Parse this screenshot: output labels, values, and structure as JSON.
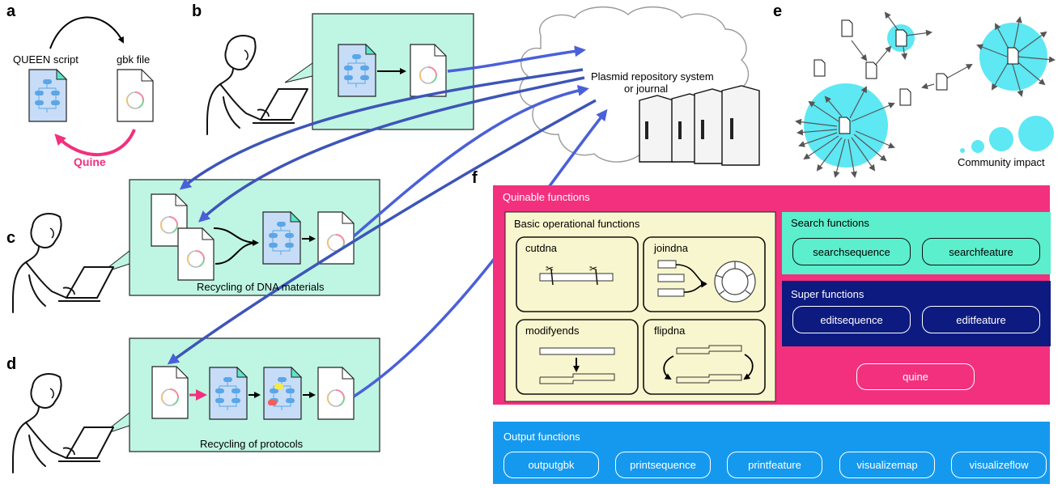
{
  "panels": {
    "a": {
      "letter": "a",
      "script_label": "QUEEN script",
      "file_label": "gbk file",
      "quine_label": "Quine"
    },
    "b": {
      "letter": "b"
    },
    "c": {
      "letter": "c",
      "caption": "Recycling of DNA materials"
    },
    "d": {
      "letter": "d",
      "caption": "Recycling of protocols"
    },
    "e": {
      "letter": "e",
      "impact_label": "Community impact"
    },
    "f": {
      "letter": "f"
    }
  },
  "repository": {
    "line1": "Plasmid repository system",
    "line2": "or journal"
  },
  "functions": {
    "quinable_title": "Quinable functions",
    "basic_title": "Basic operational functions",
    "basic": {
      "cutdna": "cutdna",
      "joindna": "joindna",
      "modifyends": "modifyends",
      "flipdna": "flipdna"
    },
    "search_title": "Search functions",
    "search": [
      "searchsequence",
      "searchfeature"
    ],
    "super_title": "Super functions",
    "super": [
      "editsequence",
      "editfeature"
    ],
    "quine_button": "quine",
    "output_title": "Output functions",
    "output": [
      "outputgbk",
      "printsequence",
      "printfeature",
      "visualizemap",
      "visualizeflow"
    ]
  },
  "colors": {
    "mint": "#bff5e3",
    "pink": "#f2307e",
    "cream": "#f8f6ce",
    "teal": "#5cefcd",
    "navy": "#0d1a80",
    "blue": "#1599ee",
    "cyan": "#5de8f3",
    "arrow_blue": "#4055d8",
    "script_blue": "#c7dcf6",
    "node_blue": "#5aa6e8"
  }
}
